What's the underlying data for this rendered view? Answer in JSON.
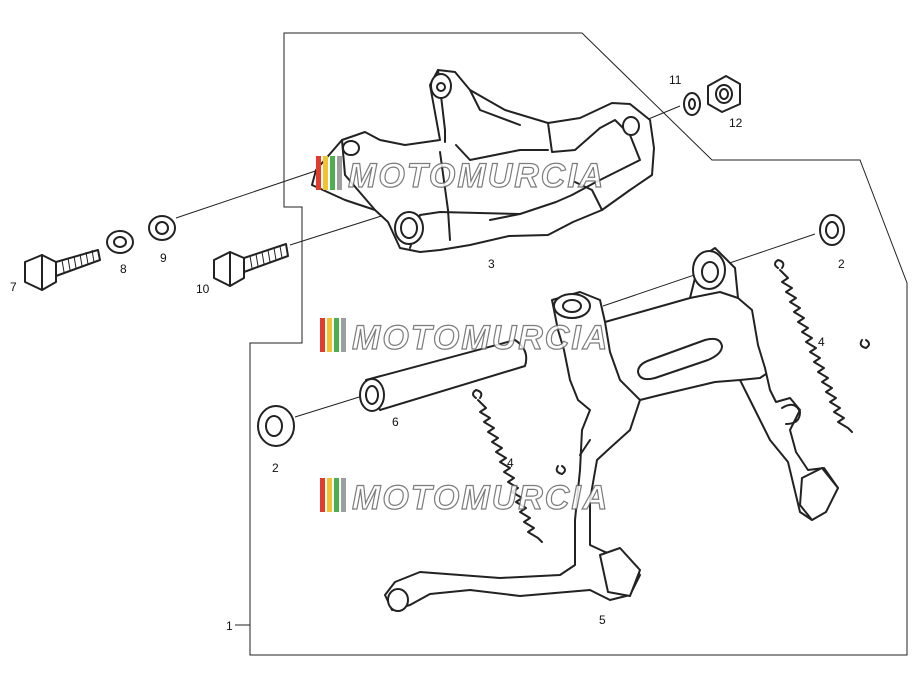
{
  "watermark": {
    "text": "MOTOMURCIA",
    "stripe_colors": [
      "#e23b2e",
      "#f2c230",
      "#4caf50",
      "#9e9e9e"
    ]
  },
  "callouts": {
    "p1": "1",
    "p2a": "2",
    "p2b": "2",
    "p3": "3",
    "p4a": "4",
    "p4b": "4",
    "p5": "5",
    "p6": "6",
    "p7": "7",
    "p8": "8",
    "p9": "9",
    "p10": "10",
    "p11": "11",
    "p12": "12"
  }
}
